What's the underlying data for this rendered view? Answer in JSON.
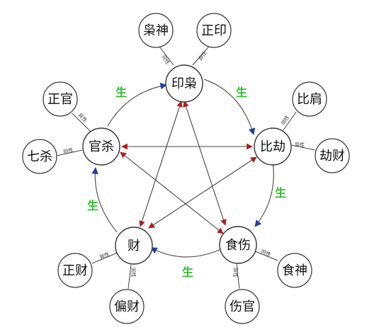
{
  "nodes": {
    "yinxiao": "印枭",
    "bijie": "比劫",
    "shishang": "食伤",
    "cai": "财",
    "guansha": "官杀"
  },
  "sub_nodes": {
    "xiaoshen": "枭神",
    "zhengyin": "正印",
    "bijian": "比肩",
    "jiecai": "劫财",
    "shishen": "食神",
    "shangguan": "伤官",
    "zhengcai": "正财",
    "piancai": "偏财",
    "zhengguan": "正官",
    "qisha": "七杀"
  },
  "small_labels": {
    "xiaoshen": "同性",
    "zhengyin": "异性",
    "bijian": "同性",
    "jiecai": "异性",
    "shishen": "同性",
    "shangguan": "异性",
    "zhengcai": "异性",
    "piancai": "同性",
    "zhengguan": "异性",
    "qisha": "同性"
  },
  "generate_label": "生",
  "colors": {
    "generate_arrow": "#1f3fa8",
    "control_arrow": "#b01e1e",
    "generate_text": "#2ec12e"
  }
}
